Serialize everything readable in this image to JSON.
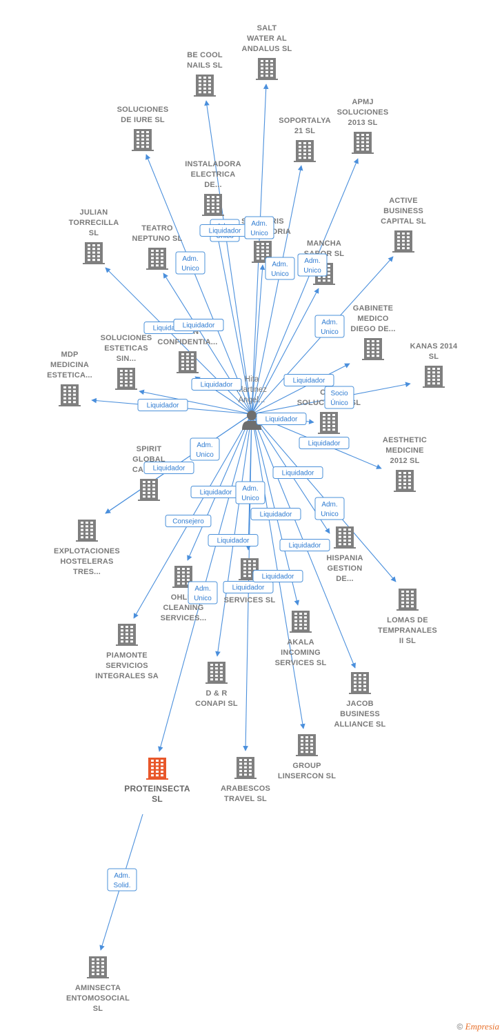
{
  "person": {
    "id": "hita",
    "lines": [
      "Hita",
      "Martinez",
      "Angel..."
    ]
  },
  "nodes": [
    {
      "id": "salt",
      "lines": [
        "SALT",
        "WATER AL",
        "ANDALUS SL"
      ]
    },
    {
      "id": "becool",
      "lines": [
        "BE COOL",
        "NAILS SL"
      ]
    },
    {
      "id": "soluciones_iure",
      "lines": [
        "SOLUCIONES",
        "DE IURE SL"
      ]
    },
    {
      "id": "soportalya",
      "lines": [
        "SOPORTALYA",
        "21 SL"
      ]
    },
    {
      "id": "apmj",
      "lines": [
        "APMJ",
        "SOLUCIONES",
        "2013 SL"
      ]
    },
    {
      "id": "instaladora",
      "lines": [
        "INSTALADORA",
        "ELECTRICA",
        "DE..."
      ]
    },
    {
      "id": "sigeneris",
      "lines": [
        "SIGENERIS",
        "CONSULTORIA"
      ]
    },
    {
      "id": "active",
      "lines": [
        "ACTIVE",
        "BUSINESS",
        "CAPITAL SL"
      ]
    },
    {
      "id": "julian",
      "lines": [
        "JULIAN",
        "TORRECILLA",
        "SL"
      ]
    },
    {
      "id": "teatro",
      "lines": [
        "TEATRO",
        "NEPTUNO  SL"
      ]
    },
    {
      "id": "mancha",
      "lines": [
        "MANCHA",
        "SABOR  SL"
      ]
    },
    {
      "id": "gabinete",
      "lines": [
        "GABINETE",
        "MEDICO",
        "DIEGO DE..."
      ]
    },
    {
      "id": "aeon",
      "lines": [
        "AEON",
        "CONFIDENTIA..."
      ]
    },
    {
      "id": "sol_esteticas",
      "lines": [
        "SOLUCIONES",
        "ESTETICAS",
        "SIN..."
      ]
    },
    {
      "id": "mdp",
      "lines": [
        "MDP",
        "MEDICINA",
        "ESTETICA..."
      ]
    },
    {
      "id": "kanas",
      "lines": [
        "KANAS 2014",
        "SL"
      ]
    },
    {
      "id": "ofil",
      "lines": [
        "OFIL",
        "SOLUCIONES SL"
      ]
    },
    {
      "id": "aesthetic",
      "lines": [
        "AESTHETIC",
        "MEDICINE",
        "2012 SL"
      ]
    },
    {
      "id": "spirit",
      "lines": [
        "SPIRIT",
        "GLOBAL",
        "CAPITAL"
      ]
    },
    {
      "id": "explotaciones",
      "lines": [
        "EXPLOTACIONES",
        "HOSTELERAS",
        "TRES..."
      ]
    },
    {
      "id": "hispania",
      "lines": [
        "HISPANIA",
        "GESTION",
        "DE..."
      ]
    },
    {
      "id": "ohlim",
      "lines": [
        "OHLIM",
        "CLEANING",
        "SERVICES..."
      ]
    },
    {
      "id": "facility",
      "lines": [
        "FACILITY",
        "SERVICES  SL"
      ]
    },
    {
      "id": "lomas",
      "lines": [
        "LOMAS DE",
        "TEMPRANALES",
        "II  SL"
      ]
    },
    {
      "id": "piamonte",
      "lines": [
        "PIAMONTE",
        "SERVICIOS",
        "INTEGRALES SA"
      ]
    },
    {
      "id": "akala",
      "lines": [
        "AKALA",
        "INCOMING",
        "SERVICES SL"
      ]
    },
    {
      "id": "dr",
      "lines": [
        "D & R",
        "CONAPI  SL"
      ]
    },
    {
      "id": "jacob",
      "lines": [
        "JACOB",
        "BUSINESS",
        "ALLIANCE SL"
      ]
    },
    {
      "id": "proteinsecta",
      "lines": [
        "PROTEINSECTA",
        "SL"
      ],
      "highlight": true
    },
    {
      "id": "arabescos",
      "lines": [
        "ARABESCOS",
        "TRAVEL  SL"
      ]
    },
    {
      "id": "group",
      "lines": [
        "GROUP",
        "LINSERCON SL"
      ]
    },
    {
      "id": "aminsecta",
      "lines": [
        "AMINSECTA",
        "ENTOMOSOCIAL",
        "SL"
      ]
    }
  ],
  "edges": [
    {
      "from": "hita",
      "to": "salt",
      "label": [
        "Adm.",
        "Unico"
      ]
    },
    {
      "from": "hita",
      "to": "becool",
      "label": [
        "Adm.",
        "Unico"
      ]
    },
    {
      "from": "hita",
      "to": "soluciones_iure",
      "label": [
        "Adm.",
        "Unico"
      ]
    },
    {
      "from": "hita",
      "to": "soportalya",
      "label": [
        "Adm.",
        "Unico"
      ]
    },
    {
      "from": "hita",
      "to": "apmj",
      "label": [
        "Adm.",
        "Unico"
      ]
    },
    {
      "from": "hita",
      "to": "instaladora",
      "label": [
        "Liquidador"
      ]
    },
    {
      "from": "hita",
      "to": "sigeneris",
      "label": [
        "Adm.",
        "Unico"
      ]
    },
    {
      "from": "hita",
      "to": "active",
      "label": [
        "Adm.",
        "Unico"
      ]
    },
    {
      "from": "hita",
      "to": "julian",
      "label": [
        "Liquidador"
      ]
    },
    {
      "from": "hita",
      "to": "teatro",
      "label": [
        "Liquidador"
      ]
    },
    {
      "from": "hita",
      "to": "mancha",
      "label": [
        "Adm.",
        "Unico"
      ]
    },
    {
      "from": "hita",
      "to": "gabinete",
      "label": [
        "Liquidador"
      ]
    },
    {
      "from": "hita",
      "to": "aeon",
      "label": [
        "Liquidador"
      ]
    },
    {
      "from": "hita",
      "to": "sol_esteticas",
      "label": [
        "Liquidador"
      ]
    },
    {
      "from": "hita",
      "to": "mdp",
      "label": [
        "Liquidador"
      ]
    },
    {
      "from": "hita",
      "to": "kanas",
      "label": [
        "Socio",
        "Único"
      ]
    },
    {
      "from": "hita",
      "to": "ofil",
      "label": [
        "Liquidador"
      ]
    },
    {
      "from": "hita",
      "to": "aesthetic",
      "label": [
        "Liquidador"
      ]
    },
    {
      "from": "hita",
      "to": "spirit",
      "label": [
        "Adm.",
        "Unico"
      ]
    },
    {
      "from": "hita",
      "to": "explotaciones",
      "label": [
        "Liquidador"
      ]
    },
    {
      "from": "hita",
      "to": "hispania",
      "label": [
        "Liquidador"
      ]
    },
    {
      "from": "hita",
      "to": "ohlim",
      "label": [
        "Liquidador"
      ]
    },
    {
      "from": "hita",
      "to": "facility",
      "label": [
        "Adm.",
        "Unico"
      ]
    },
    {
      "from": "hita",
      "to": "lomas",
      "label": [
        "Adm.",
        "Unico"
      ]
    },
    {
      "from": "hita",
      "to": "piamonte",
      "label": [
        "Consejero"
      ]
    },
    {
      "from": "hita",
      "to": "akala",
      "label": [
        "Liquidador"
      ]
    },
    {
      "from": "hita",
      "to": "dr",
      "label": [
        "Liquidador"
      ]
    },
    {
      "from": "hita",
      "to": "jacob",
      "label": [
        "Liquidador"
      ]
    },
    {
      "from": "hita",
      "to": "proteinsecta",
      "label": [
        "Adm.",
        "Unico"
      ]
    },
    {
      "from": "hita",
      "to": "arabescos",
      "label": [
        "Liquidador"
      ]
    },
    {
      "from": "hita",
      "to": "group",
      "label": [
        "Liquidador"
      ]
    },
    {
      "from": "proteinsecta",
      "to": "aminsecta",
      "label": [
        "Adm.",
        "Solid."
      ]
    }
  ],
  "colors": {
    "edge": "#4a8fdc",
    "building": "#7f7f7f",
    "highlight": "#e8572a",
    "person": "#6e6e6e"
  },
  "footer": {
    "symbol": "©",
    "brand": "Empresia"
  }
}
